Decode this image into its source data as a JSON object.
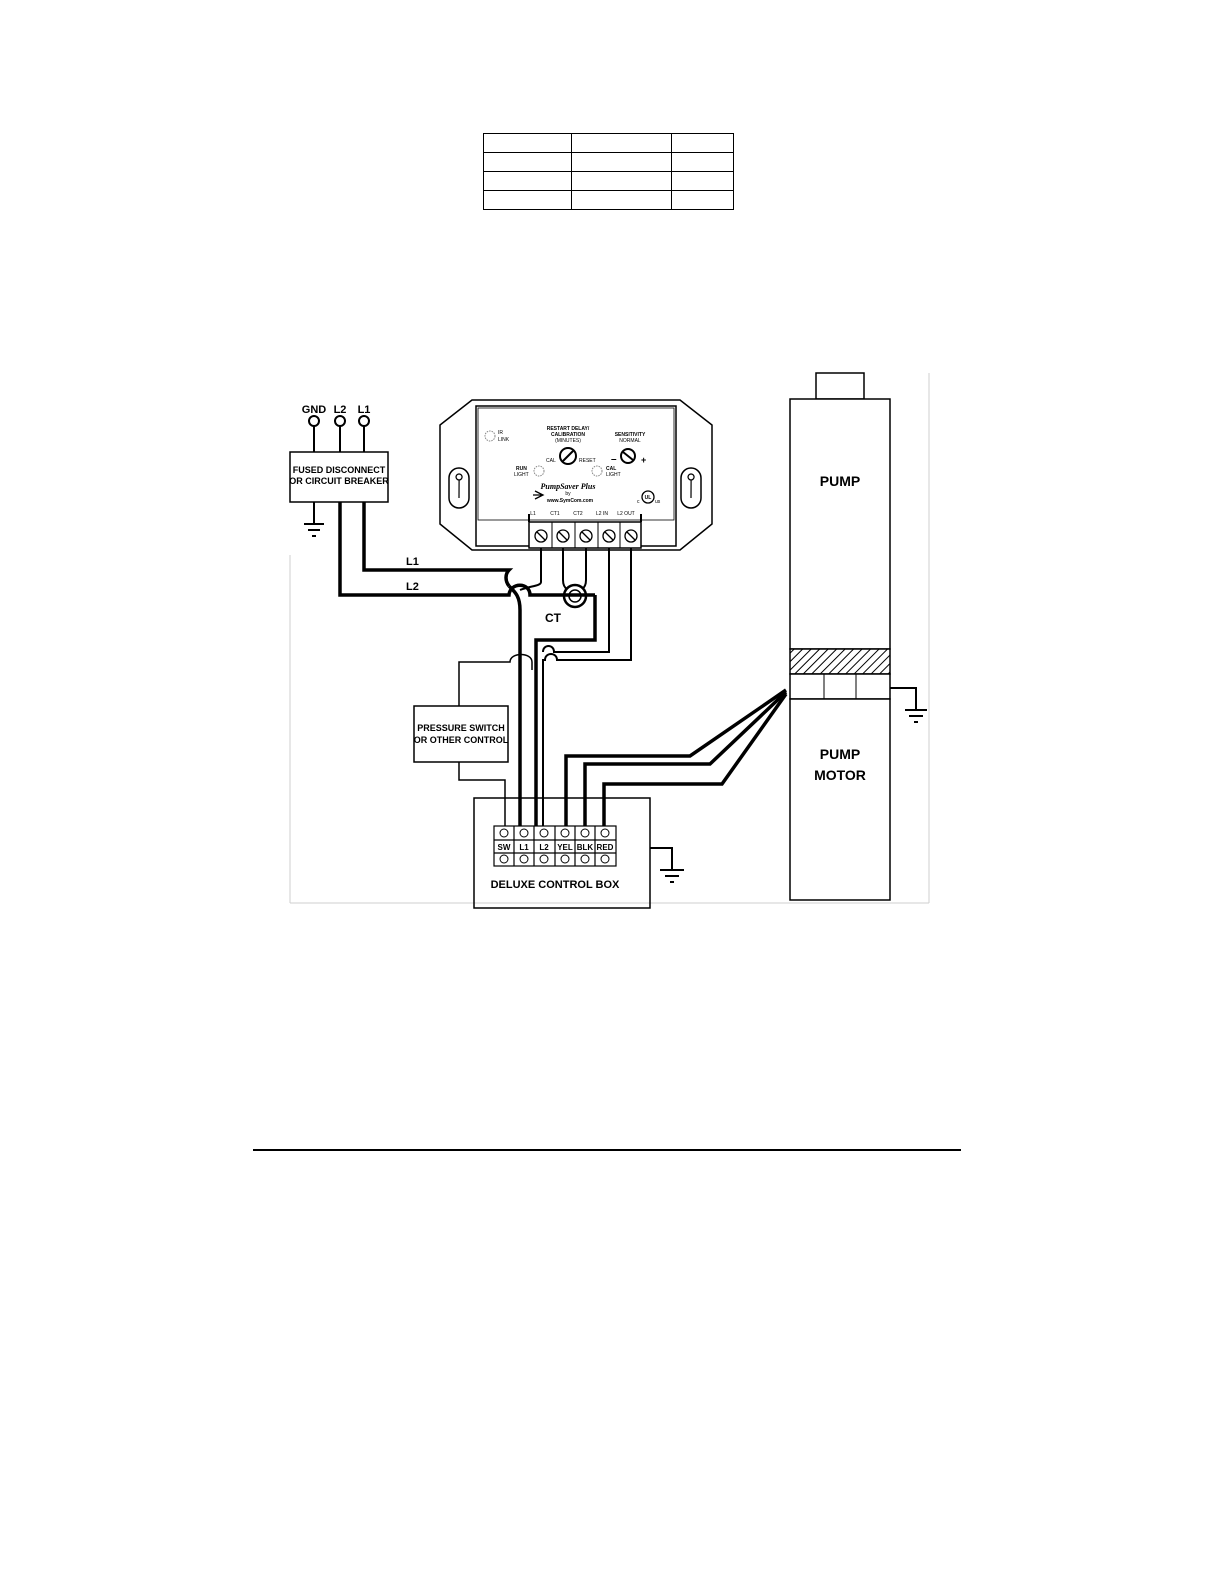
{
  "table": {
    "rows": 4,
    "cols": 3
  },
  "supply": {
    "gnd": "GND",
    "l2": "L2",
    "l1": "L1"
  },
  "disconnect": {
    "line1": "FUSED DISCONNECT",
    "line2": "OR CIRCUIT BREAKER"
  },
  "controller": {
    "ir_1": "IR",
    "ir_2": "LINK",
    "restart_1": "RESTART DELAY/",
    "restart_2": "CALIBRATION",
    "restart_3": "(MINUTES)",
    "cal": "CAL",
    "reset": "RESET",
    "sensitivity_1": "SENSITIVITY",
    "sensitivity_2": "NORMAL",
    "minus": "–",
    "plus": "+",
    "run_1": "RUN",
    "run_2": "LIGHT",
    "cal_light_1": "CAL",
    "cal_light_2": "LIGHT",
    "brand": "PumpSaver Plus",
    "by": "by",
    "url": "www.SymCom.com",
    "ul_1": "c",
    "ul_2": "UL",
    "ul_3": "us",
    "terminals": [
      "L1",
      "CT1",
      "CT2",
      "L2 IN",
      "L2 OUT"
    ]
  },
  "wires": {
    "l1": "L1",
    "l2": "L2",
    "ct": "CT"
  },
  "pressure_switch": {
    "line1": "PRESSURE SWITCH",
    "line2": "OR OTHER CONTROL"
  },
  "control_box": {
    "terminals": [
      "SW",
      "L1",
      "L2",
      "YEL",
      "BLK",
      "RED"
    ],
    "title": "DELUXE CONTROL BOX"
  },
  "pump": {
    "label": "PUMP",
    "motor_1": "PUMP",
    "motor_2": "MOTOR"
  }
}
